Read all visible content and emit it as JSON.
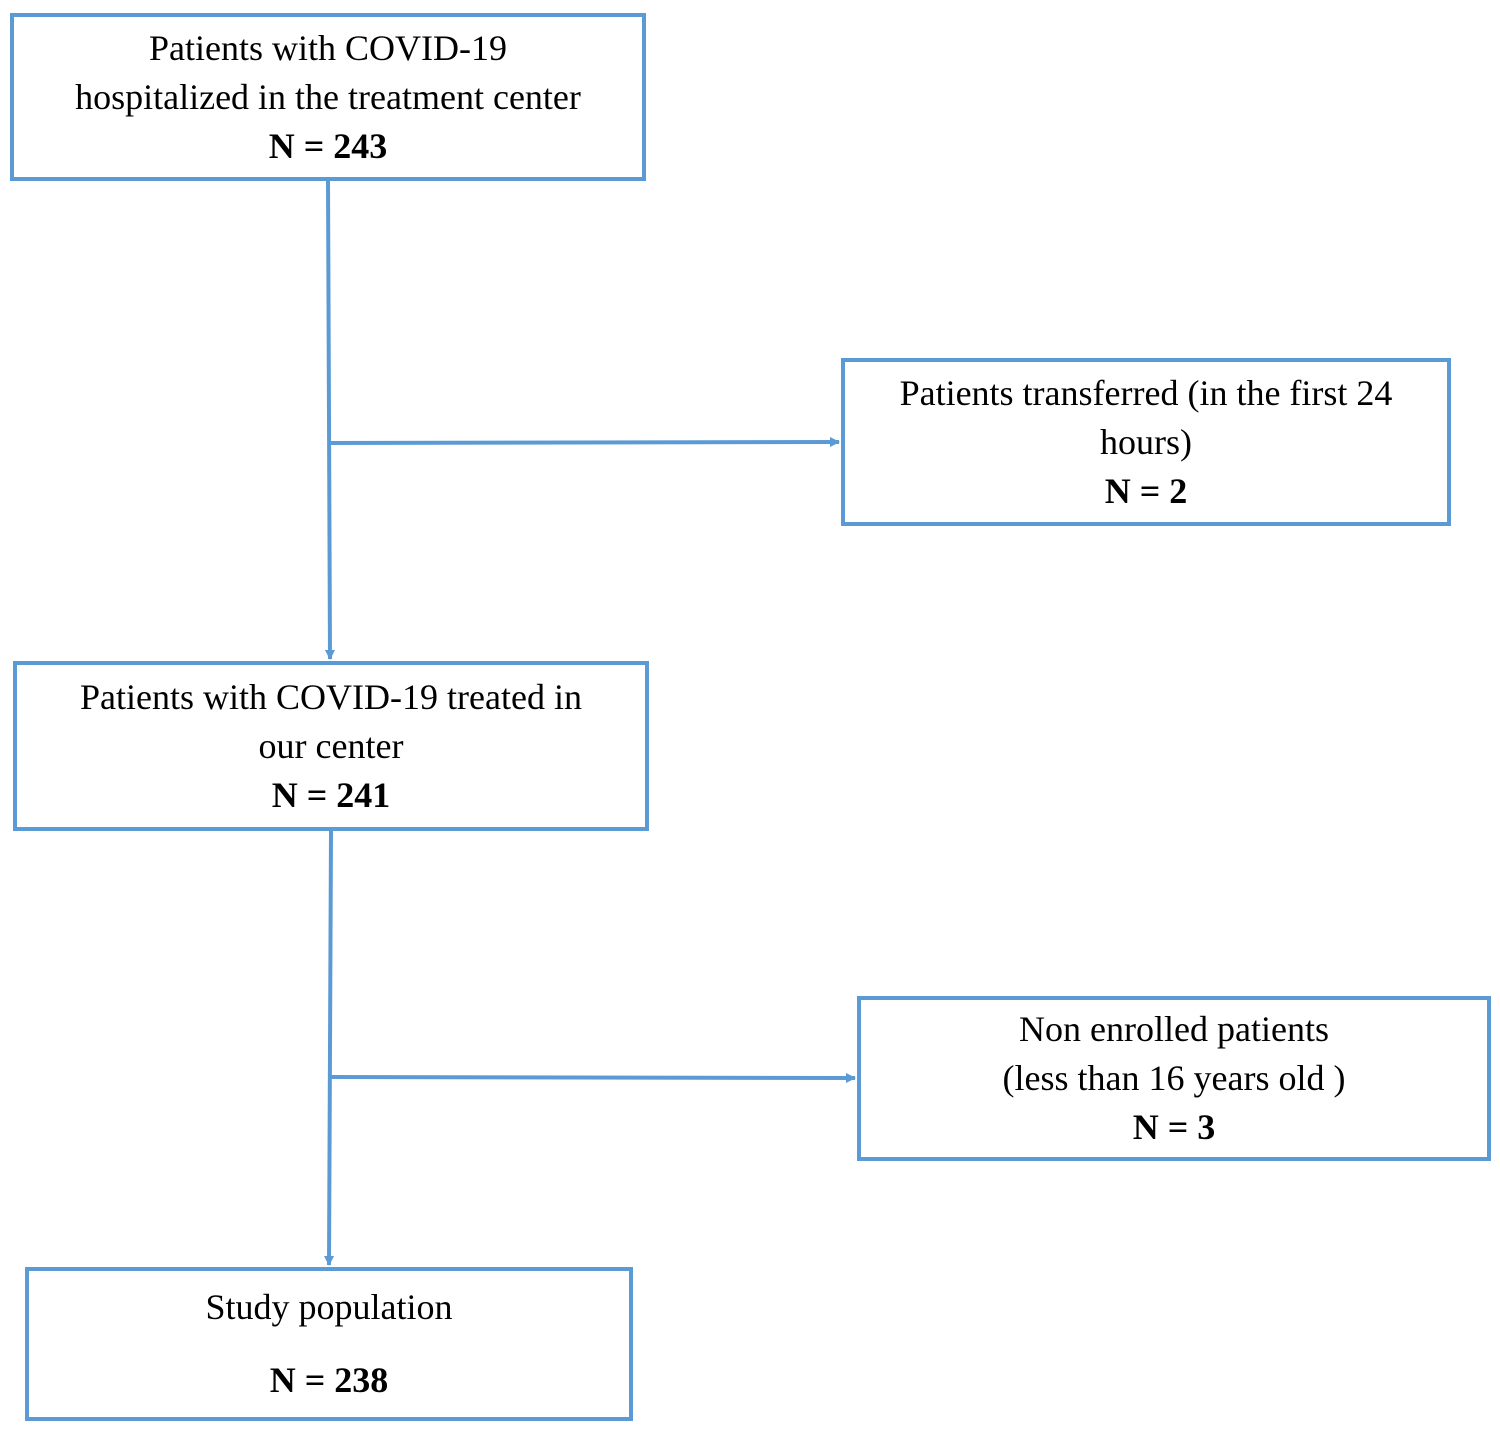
{
  "flowchart": {
    "boxes": {
      "hospitalized": {
        "lines": [
          "Patients with COVID-19",
          "hospitalized in the treatment center"
        ],
        "count": "N = 243"
      },
      "transferred": {
        "lines": [
          "Patients transferred (in the first 24",
          "hours)"
        ],
        "count": "N = 2"
      },
      "treated": {
        "lines": [
          "Patients with COVID-19 treated in",
          "our center"
        ],
        "count": "N = 241"
      },
      "non_enrolled": {
        "lines": [
          "Non enrolled patients",
          "(less than 16 years old )"
        ],
        "count": "N = 3"
      },
      "study": {
        "lines": [
          "Study population"
        ],
        "count": "N = 238"
      }
    },
    "colors": {
      "border": "#5b9bd5",
      "connector": "#5b9bd5",
      "text": "#000000",
      "background": "#ffffff"
    }
  }
}
